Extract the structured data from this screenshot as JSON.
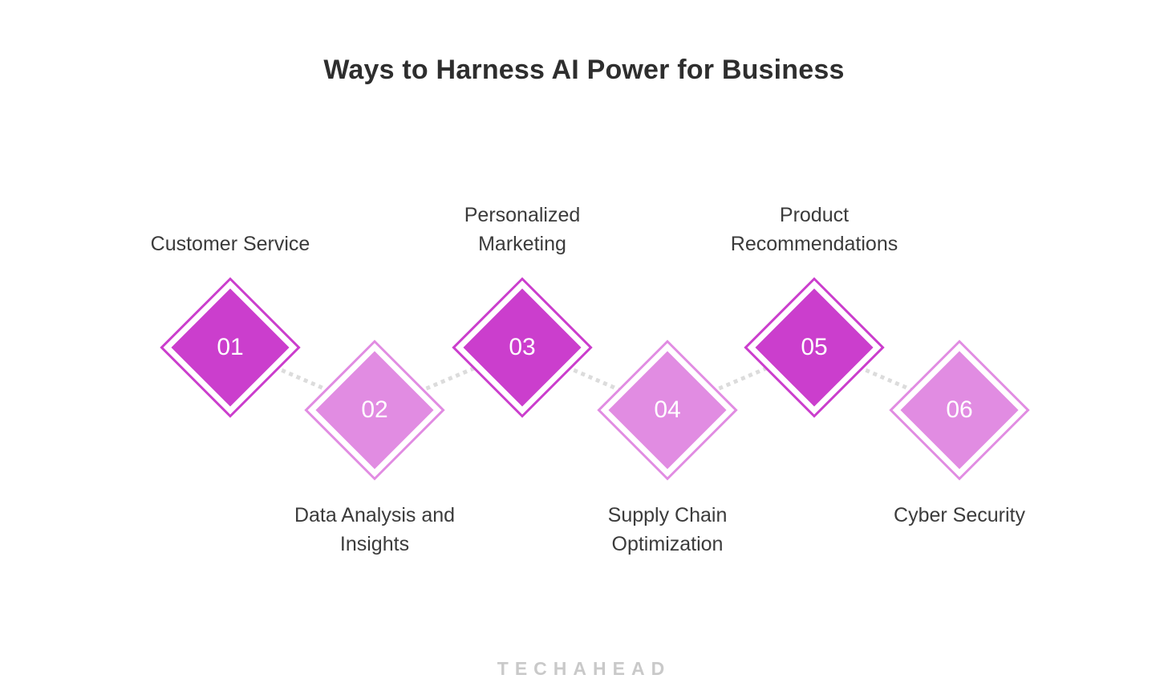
{
  "title": "Ways to Harness AI Power for Business",
  "brand": "TECHAHEAD",
  "colors": {
    "dark_diamond": "#cb3ecd",
    "light_diamond": "#e18ce2",
    "connector_dots": "#dcdcdc",
    "title_text": "#2e2e2e",
    "label_text": "#3b3b3b",
    "number_text": "#ffffff",
    "brand_text": "#c9c9c9"
  },
  "items": [
    {
      "number": "01",
      "label": "Customer Service",
      "label_lines": [
        "Customer Service"
      ],
      "tone": "dark",
      "label_position": "top"
    },
    {
      "number": "02",
      "label": "Data Analysis and Insights",
      "label_lines": [
        "Data Analysis and",
        "Insights"
      ],
      "tone": "light",
      "label_position": "bottom"
    },
    {
      "number": "03",
      "label": "Personalized Marketing",
      "label_lines": [
        "Personalized",
        "Marketing"
      ],
      "tone": "dark",
      "label_position": "top"
    },
    {
      "number": "04",
      "label": "Supply Chain Optimization",
      "label_lines": [
        "Supply Chain",
        "Optimization"
      ],
      "tone": "light",
      "label_position": "bottom"
    },
    {
      "number": "05",
      "label": "Product Recommendations",
      "label_lines": [
        "Product",
        "Recommendations"
      ],
      "tone": "dark",
      "label_position": "top"
    },
    {
      "number": "06",
      "label": "Cyber Security",
      "label_lines": [
        "Cyber Security"
      ],
      "tone": "light",
      "label_position": "bottom"
    }
  ]
}
